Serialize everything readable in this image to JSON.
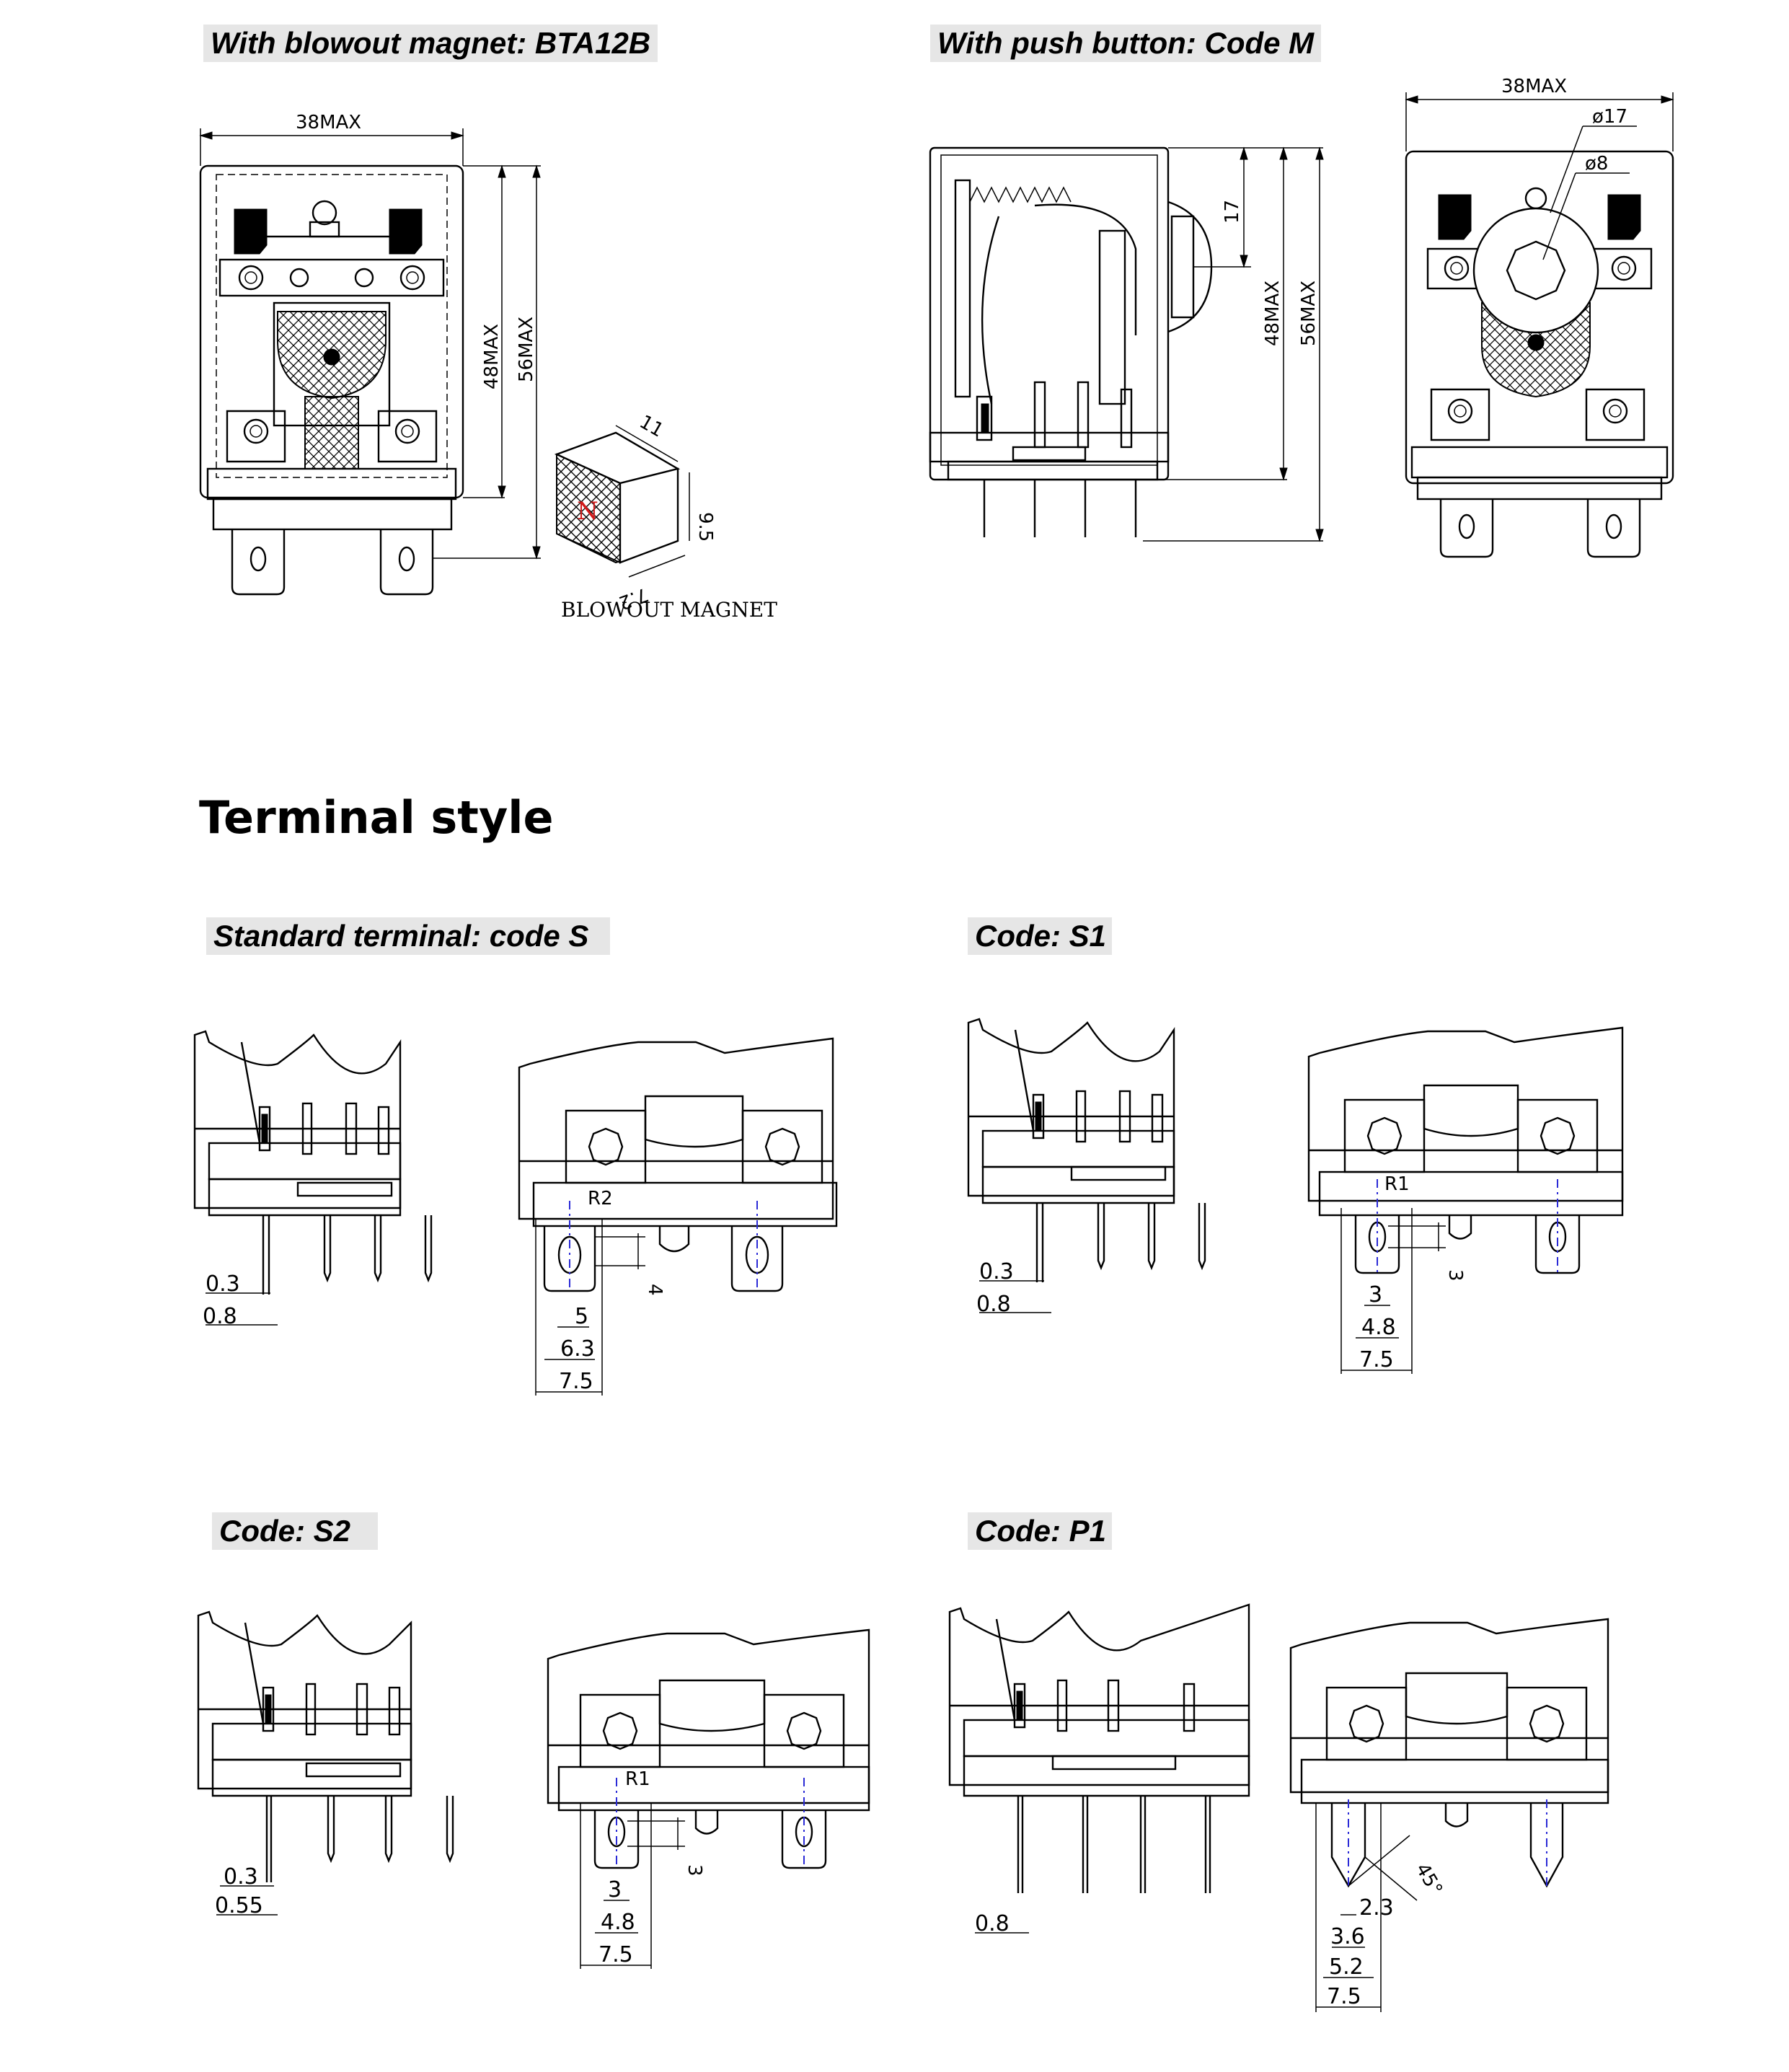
{
  "captions": {
    "blowout": "With blowout magnet: BTA12B",
    "push_button": "With push button: Code M",
    "standard": "Standard terminal: code S",
    "s1": "Code: S1",
    "s2": "Code: S2",
    "p1": "Code: P1"
  },
  "section_heading": "Terminal style",
  "blowout_drawing": {
    "width_dim": "38MAX",
    "height_dim_1": "48MAX",
    "height_dim_2": "56MAX",
    "magnet_dim_top": "11",
    "magnet_dim_side": "9.5",
    "magnet_dim_bottom": "7.2",
    "magnet_pole": "N",
    "magnet_label": "BLOWOUT MAGNET"
  },
  "push_button_drawing": {
    "button_height_dim": "17",
    "height_dim_1": "48MAX",
    "height_dim_2": "56MAX",
    "width_dim": "38MAX",
    "outer_dia": "ø17",
    "inner_dia": "ø8"
  },
  "standard_terminal": {
    "pin_thickness": "0.3",
    "pin_width": "0.8",
    "radius": "R2",
    "hole_offset": "4",
    "dim_a": "5",
    "dim_b": "6.3",
    "dim_c": "7.5"
  },
  "s1_terminal": {
    "pin_thickness": "0.3",
    "pin_width": "0.8",
    "radius": "R1",
    "hole_offset": "3",
    "dim_a": "3",
    "dim_b": "4.8",
    "dim_c": "7.5"
  },
  "s2_terminal": {
    "pin_thickness": "0.3",
    "pin_width": "0.55",
    "radius": "R1",
    "hole_offset": "3",
    "dim_a": "3",
    "dim_b": "4.8",
    "dim_c": "7.5"
  },
  "p1_terminal": {
    "pin_width": "0.8",
    "angle": "45°",
    "dim_a": "2.3",
    "dim_b": "3.6",
    "dim_c": "5.2",
    "dim_d": "7.5"
  }
}
